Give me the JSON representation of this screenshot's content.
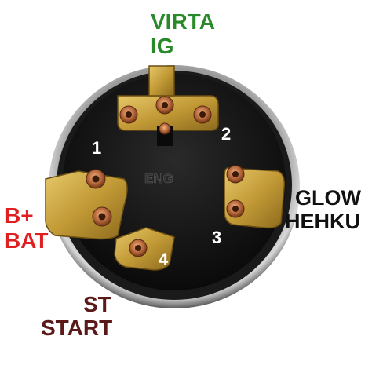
{
  "labels": {
    "ig_fi": "VIRTA",
    "ig": "IG",
    "bat_plus": "B+",
    "bat": "BAT",
    "glow": "GLOW",
    "glow_fi": "HEHKU",
    "st": "ST",
    "start": "START"
  },
  "terminal_numbers": [
    "1",
    "2",
    "3",
    "4"
  ],
  "center_marking": "ENG",
  "colors": {
    "ig_label": "#2a8a2a",
    "bat_label": "#e02020",
    "glow_label": "#111111",
    "start_label": "#5a1a1a",
    "terminal_brass": "#c9a542",
    "housing": "#151515",
    "rim": "#8a8a8a"
  }
}
